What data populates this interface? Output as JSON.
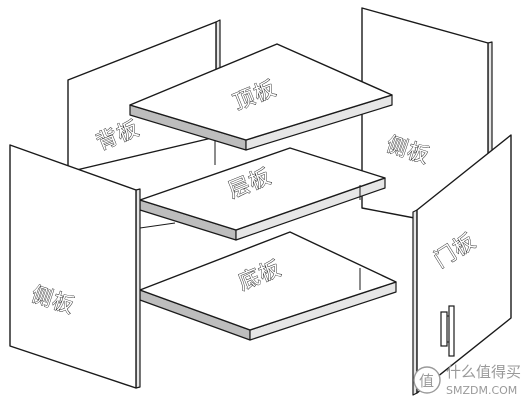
{
  "panels": {
    "back_panel": "背板",
    "top_panel": "顶板",
    "shelf_panel": "层板",
    "bottom_panel": "底板",
    "left_side_panel": "侧板",
    "right_side_panel": "侧板",
    "door_panel": "门板"
  },
  "watermark": {
    "logo_glyph": "值",
    "line1": "什么值得买",
    "line2": "SMZDM.COM"
  }
}
